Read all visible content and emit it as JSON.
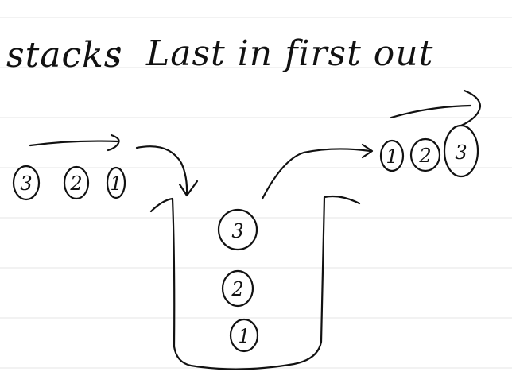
{
  "title": {
    "term": "stacks",
    "separator": ":",
    "definition": "Last in first out"
  },
  "incoming_items": [
    "3",
    "2",
    "1"
  ],
  "stack_contents_top_to_bottom": [
    "3",
    "2",
    "1"
  ],
  "outgoing_items": [
    "1",
    "2",
    "3"
  ]
}
